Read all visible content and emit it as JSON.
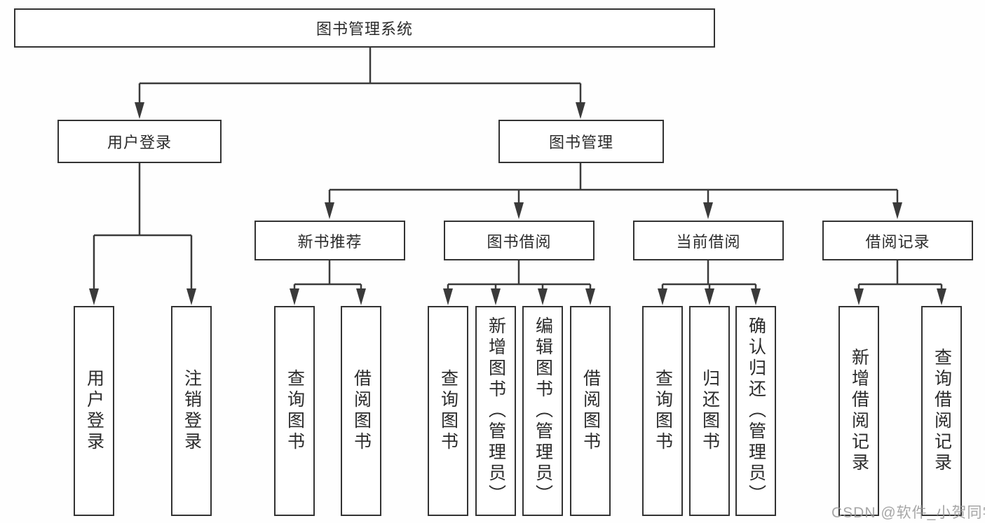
{
  "diagram": {
    "root": "图书管理系统",
    "level2": {
      "user_login": "用户登录",
      "book_mgmt": "图书管理"
    },
    "level3": {
      "new_books": "新书推荐",
      "book_borrow": "图书借阅",
      "current_borrow": "当前借阅",
      "borrow_records": "借阅记录"
    },
    "leaves": {
      "user_login": [
        "用户登录",
        "注销登录"
      ],
      "new_books": [
        "查询图书",
        "借阅图书"
      ],
      "book_borrow": [
        "查询图书",
        "新增图书（管理员）",
        "编辑图书（管理员）",
        "借阅图书"
      ],
      "current_borrow": [
        "查询图书",
        "归还图书",
        "确认归还（管理员）"
      ],
      "borrow_records": [
        "新增借阅记录",
        "查询借阅记录"
      ]
    }
  },
  "watermark": "CSDN @软件_小贺同学",
  "colors": {
    "line": "#3a3a3a",
    "box_border": "#333333",
    "box_fill": "#ffffff",
    "text": "#2b2b2b",
    "watermark": "#969696",
    "background": "#fefefe"
  }
}
